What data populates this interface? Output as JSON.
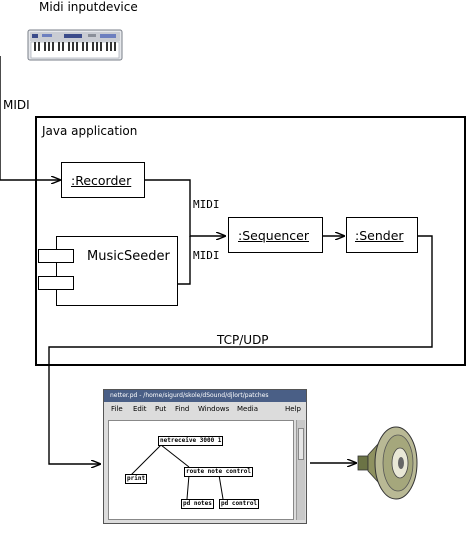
{
  "labels": {
    "midi_device": "Midi inputdevice",
    "midi_left": "MIDI",
    "java_app": "Java application",
    "midi_recorder": "MIDI",
    "midi_seeder": "MIDI",
    "tcp_udp": "TCP/UDP"
  },
  "components": {
    "recorder": ":Recorder",
    "music_seeder": "MusicSeeder",
    "sequencer": ":Sequencer",
    "sender": ":Sender"
  },
  "pd_window": {
    "title": "netter.pd - /home/sigurd/skole/dSound/djlort/patches",
    "menu": [
      "File",
      "Edit",
      "Put",
      "Find",
      "Windows",
      "Media",
      "Help"
    ],
    "objects": {
      "netreceive": "netreceive 3000 1",
      "print": "print",
      "route": "route note control",
      "pd_notes": "pd notes",
      "pd_control": "pd control"
    }
  },
  "icons": {
    "keyboard": "midi-keyboard-icon",
    "speaker": "speaker-icon"
  }
}
